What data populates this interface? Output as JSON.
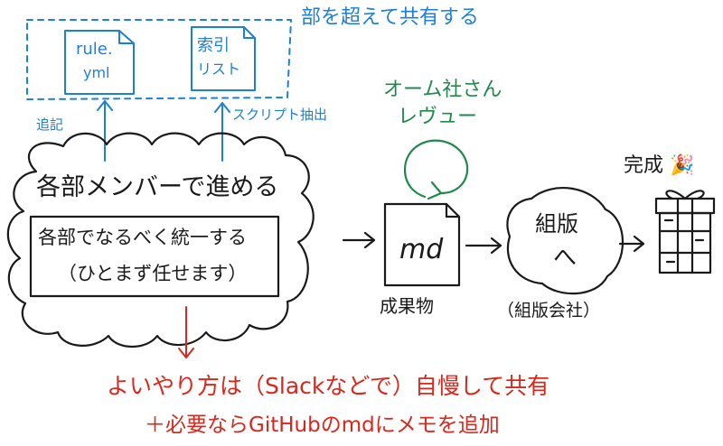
{
  "colors": {
    "ink": "#1a1a1a",
    "blue": "#1d7fd6",
    "red": "#d9271d",
    "green": "#1f8a4c"
  },
  "shared": {
    "title": "部を超えて共有する",
    "doc_rule": "rule.\nyml",
    "doc_index": "索引\nリスト"
  },
  "labels": {
    "append": "追記",
    "script_extract": "スクリプト抽出"
  },
  "cloud": {
    "title": "各部メンバーで進める",
    "box_line1": "各部でなるべく統一する",
    "box_line2": "（ひとまず任せます）"
  },
  "review": {
    "line1": "オーム社さん",
    "line2": "レヴュー"
  },
  "deliverable": {
    "doc_label": "md",
    "caption": "成果物"
  },
  "typesetting": {
    "blob_line1": "組版",
    "blob_line2": "へ",
    "caption": "（組版会社）"
  },
  "done": {
    "label": "完成 🎉"
  },
  "note": {
    "line1": "よいやり方は（Slackなどで）自慢して共有",
    "line2": "＋必要ならGitHubのmdにメモを追加"
  },
  "icons": [
    "cloud-shape",
    "document-icon",
    "gift-box-icon",
    "party-popper-icon",
    "arrow-icon"
  ]
}
